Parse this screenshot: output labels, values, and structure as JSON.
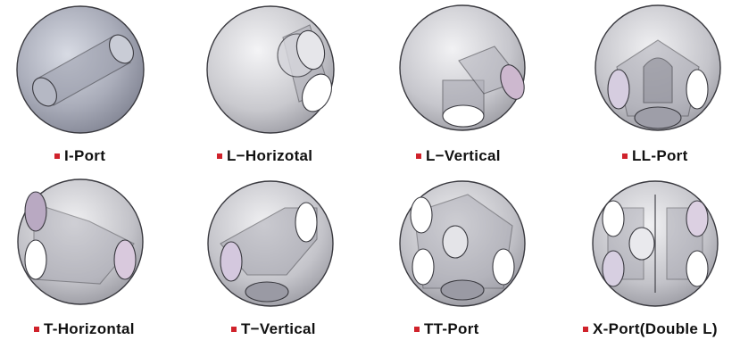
{
  "diagram": {
    "bullet_color": "#d0222b",
    "items": [
      {
        "label": "I-Port",
        "type": "i-port"
      },
      {
        "label": "L−Horizotal",
        "type": "l-horizontal"
      },
      {
        "label": "L−Vertical",
        "type": "l-vertical"
      },
      {
        "label": "LL-Port",
        "type": "ll-port"
      },
      {
        "label": "T-Horizontal",
        "type": "t-horizontal"
      },
      {
        "label": "T−Vertical",
        "type": "t-vertical"
      },
      {
        "label": "TT-Port",
        "type": "tt-port"
      },
      {
        "label": "X-Port(Double L)",
        "type": "x-port"
      }
    ]
  }
}
